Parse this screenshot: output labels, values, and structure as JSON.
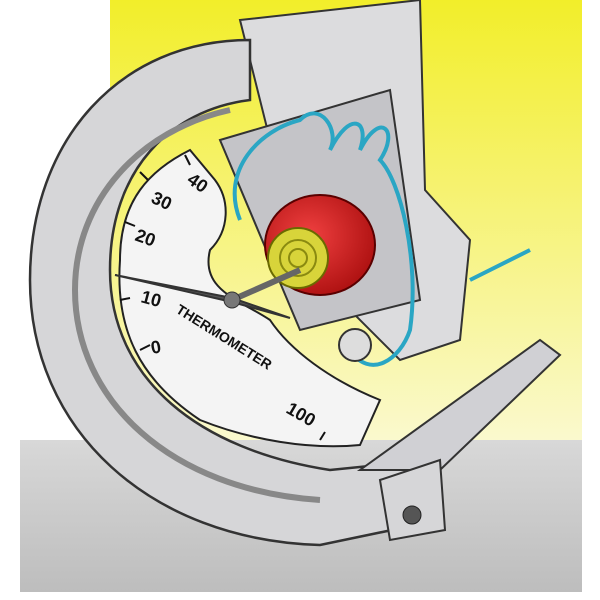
{
  "illustration": {
    "title_on_dial": "THERMOMETER",
    "scale_labels": [
      "0",
      "10",
      "20",
      "30",
      "40",
      "100"
    ]
  },
  "colors": {
    "background_yellow": "#f6f27a",
    "background_gray": "#c9c9c9",
    "case_gray": "#d8d8da",
    "dial_white": "#f4f4f4",
    "coil_red": "#d91c1c",
    "coil_center_yellow": "#d8d43a",
    "wire_blue": "#2aa6c4",
    "pointer_gray": "#555555"
  }
}
